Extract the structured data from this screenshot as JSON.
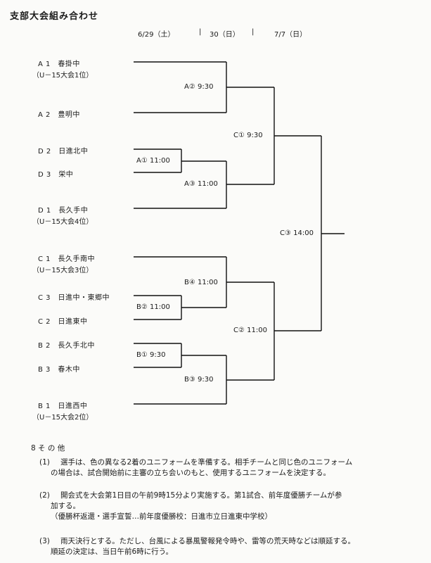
{
  "page_title": "支部大会組み合わせ",
  "dates": [
    "6/29（土）",
    "30（日）",
    "7/7（日）"
  ],
  "separators": [
    "|",
    "|"
  ],
  "teams": [
    {
      "seed": "A 1",
      "name": "春掛中",
      "note": "（U－15大会1位）"
    },
    {
      "seed": "A 2",
      "name": "豊明中",
      "note": ""
    },
    {
      "seed": "D 2",
      "name": "日進北中",
      "note": ""
    },
    {
      "seed": "D 3",
      "name": "栄中",
      "note": ""
    },
    {
      "seed": "D 1",
      "name": "長久手中",
      "note": "（U－15大会4位）"
    },
    {
      "seed": "C 1",
      "name": "長久手南中",
      "note": "（U－15大会3位）"
    },
    {
      "seed": "C 3",
      "name": "日進中・東郷中",
      "note": ""
    },
    {
      "seed": "C 2",
      "name": "日進東中",
      "note": ""
    },
    {
      "seed": "B 2",
      "name": "長久手北中",
      "note": ""
    },
    {
      "seed": "B 3",
      "name": "春木中",
      "note": ""
    },
    {
      "seed": "B 1",
      "name": "日進西中",
      "note": "（U－15大会2位）"
    }
  ],
  "matches": {
    "a1": "A① 11:00",
    "a2": "A② 9:30",
    "a3": "A③ 11:00",
    "b1": "B① 9:30",
    "b2": "B② 11:00",
    "b3": "B③ 9:30",
    "b4": "B④ 11:00",
    "c1": "C① 9:30",
    "c2": "C② 11:00",
    "c3": "C③ 14:00"
  },
  "section": {
    "heading": "8 そ の 他",
    "items": [
      {
        "num": "(1)",
        "lines": [
          "選手は、色の異なる2着のユニフォームを準備する。相手チームと同じ色のユニフォーム",
          "の場合は、試合開始前に主審の立ち会いのもと、使用するユニフォームを決定する。"
        ]
      },
      {
        "num": "(2)",
        "lines": [
          "開会式を大会第1日目の午前9時15分より実施する。第1試合、前年度優勝チームが参",
          "加する。",
          "（優勝杯返還・選手宣誓…前年度優勝校：日進市立日進東中学校）"
        ]
      },
      {
        "num": "(3)",
        "lines": [
          "雨天決行とする。ただし、台風による暴風警報発令時や、雷等の荒天時などは順延する。",
          "順延の決定は、当日午前6時に行う。"
        ]
      }
    ]
  }
}
